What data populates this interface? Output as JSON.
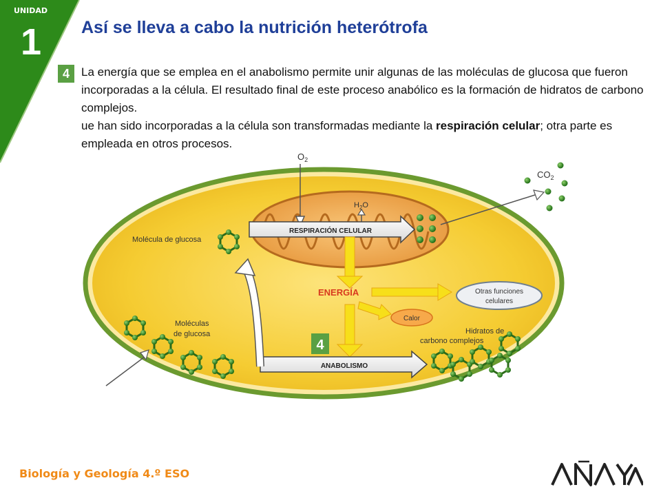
{
  "unit": {
    "label": "UNIDAD",
    "number": "1",
    "band_color": "#2d8a1a"
  },
  "title": "Así se lleva a cabo la nutrición heterótrofa",
  "step_badge": "4",
  "paragraph": {
    "line1": "La energía que se emplea en el anabolismo permite unir algunas de las moléculas de glucosa que fueron incorporadas a la célula. El resultado final de este proceso anabólico es la formación de hidratos de carbono complejos.",
    "line2_a": "ue han sido incorporadas a la célula son transformadas mediante la ",
    "line2_bold1": "respiración celular",
    "line2_b": "; otra parte es empleada en otros procesos."
  },
  "diagram": {
    "o2": "O",
    "o2_sub": "2",
    "co2": "CO",
    "co2_sub": "2",
    "h2o_h": "H",
    "h2o_sub": "2",
    "h2o_o": "O",
    "respiration": "RESPIRACIÓN CELULAR",
    "glucose_molecule": "Molécula de glucosa",
    "energy": "ENERGÍA",
    "other_functions_1": "Otras funciones",
    "other_functions_2": "celulares",
    "heat": "Calor",
    "glucose_molecules_1": "Moléculas",
    "glucose_molecules_2": "de glucosa",
    "complex_carbs_1": "Hidratos de",
    "complex_carbs_2": "carbono complejos",
    "step": "4",
    "anabolism": "ANABOLISMO"
  },
  "footer": {
    "course": "Biología y Geología 4.º ESO",
    "publisher": "ANAYA"
  },
  "colors": {
    "title": "#1f3f98",
    "green": "#5aa043",
    "orange": "#f08a17",
    "cell": "#f3c92d",
    "membrane": "#6b9a2f"
  }
}
